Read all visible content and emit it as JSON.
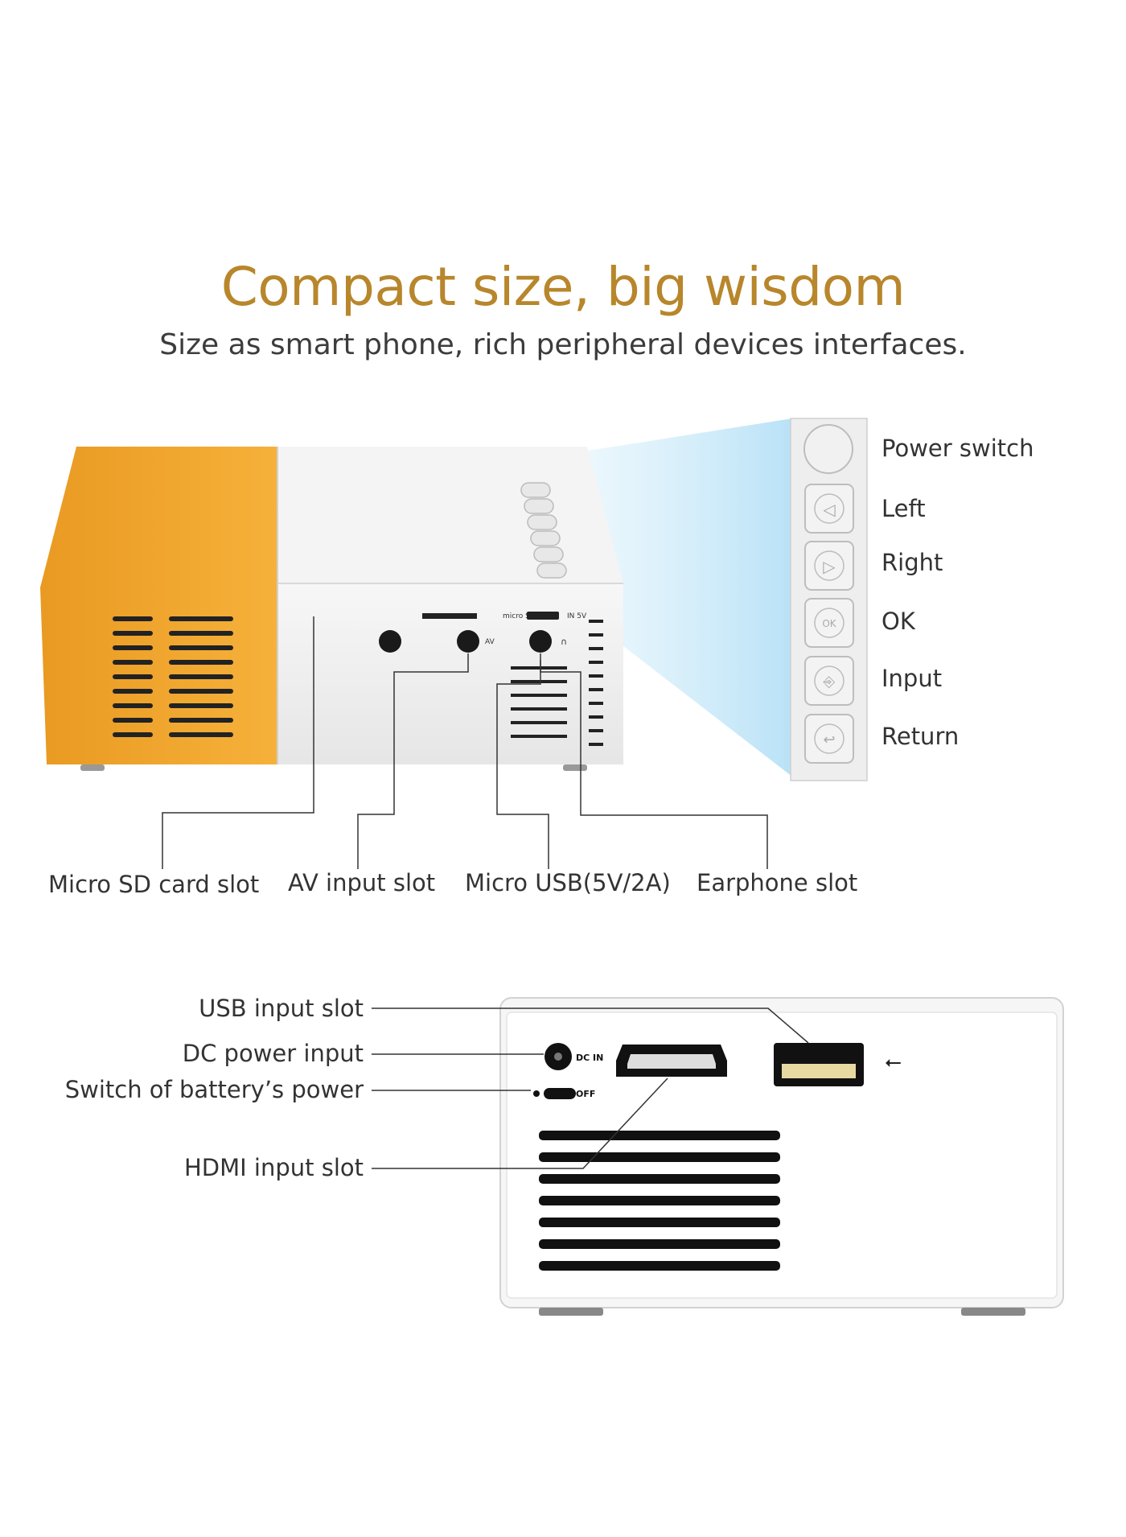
{
  "header": {
    "title": "Compact size, big wisdom",
    "subtitle": "Size as smart phone, rich peripheral devices interfaces."
  },
  "colors": {
    "title": "#b8862b",
    "orange_body": "#f0a830",
    "device_white": "#f2f2f2",
    "projection_beam": "#bfe3f7"
  },
  "device_panel_labels": {
    "microsd": "micro SD",
    "in5v": "IN 5V",
    "av": "AV",
    "dc_in": "DC IN",
    "off": "OFF"
  },
  "buttons": [
    {
      "label": "Power switch",
      "icon": "power-circle-icon",
      "glyph": ""
    },
    {
      "label": "Left",
      "icon": "left-triangle-icon",
      "glyph": "◁"
    },
    {
      "label": "Right",
      "icon": "right-triangle-icon",
      "glyph": "▷"
    },
    {
      "label": "OK",
      "icon": "ok-icon",
      "glyph": "OK"
    },
    {
      "label": "Input",
      "icon": "input-icon",
      "glyph": "⎆"
    },
    {
      "label": "Return",
      "icon": "return-icon",
      "glyph": "↩"
    }
  ],
  "front_ports": [
    {
      "label": "Micro SD card slot"
    },
    {
      "label": "AV input slot"
    },
    {
      "label": "Micro USB(5V/2A)"
    },
    {
      "label": "Earphone slot"
    }
  ],
  "back_ports": [
    {
      "label": "USB input slot"
    },
    {
      "label": "DC power input"
    },
    {
      "label": "Switch of battery’s power"
    },
    {
      "label": "HDMI input slot"
    }
  ]
}
